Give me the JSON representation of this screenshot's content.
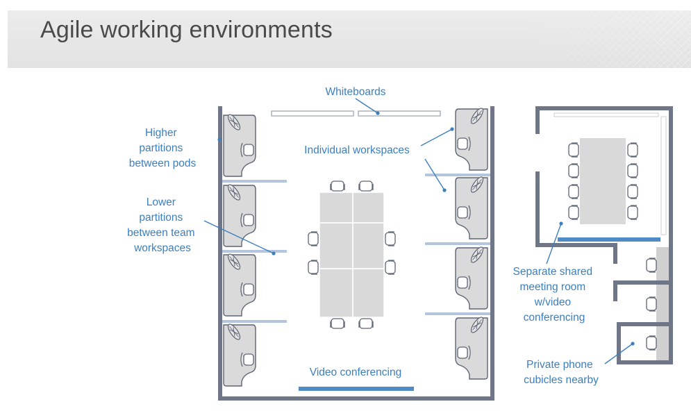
{
  "slide": {
    "title": "Agile working environments"
  },
  "labels": {
    "whiteboards": "Whiteboards",
    "higher_partitions": [
      "Higher",
      "partitions",
      "between pods"
    ],
    "individual_workspaces": "Individual workspaces",
    "lower_partitions": [
      "Lower",
      "partitions",
      "between team",
      "workspaces"
    ],
    "video_conferencing": "Video conferencing",
    "meeting_room": [
      "Separate shared",
      "meeting room",
      "w/video",
      "conferencing"
    ],
    "phone_cubicles": [
      "Private phone",
      "cubicles nearby"
    ]
  },
  "colors": {
    "label": "#3c7fbd",
    "wall": "#6e7687",
    "partition": "#b4c6dd",
    "table": "#d9d9d9",
    "title_bar": "#e6e6e6"
  }
}
